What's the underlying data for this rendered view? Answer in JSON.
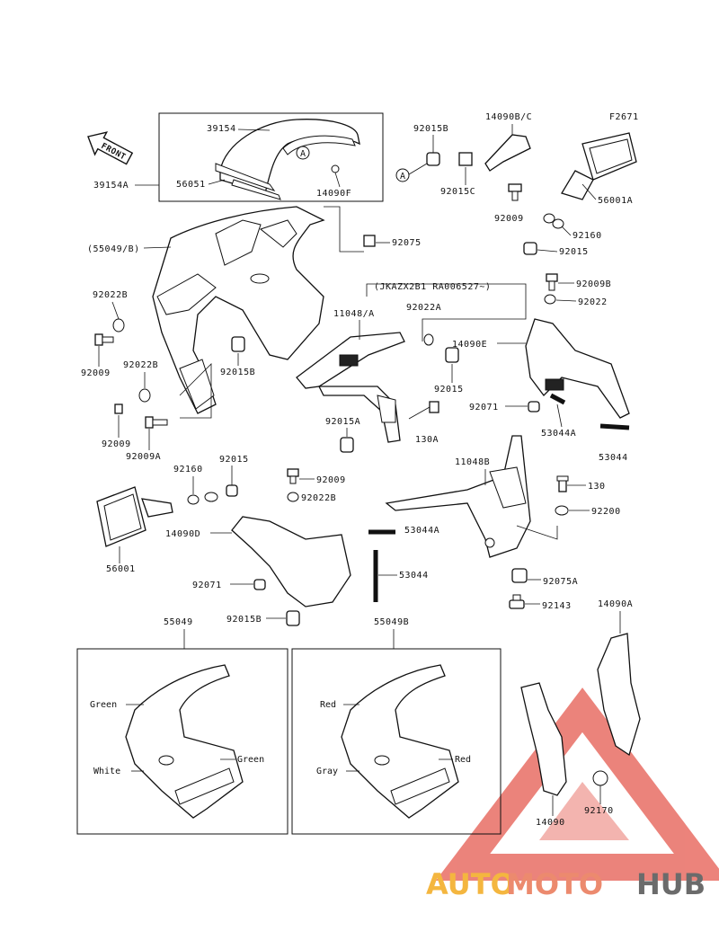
{
  "figure_code": "F2671",
  "front_label": "FRONT",
  "parts": {
    "p39154": "39154",
    "p39154a": "39154A",
    "p56051": "56051",
    "p14090f": "14090F",
    "p92015b_top": "92015B",
    "p14090bc": "14090B/C",
    "p92015c": "92015C",
    "p92009_top": "92009",
    "p56001a": "56001A",
    "p92160_top": "92160",
    "p92015_top": "92015",
    "p55049b": "(55049/B)",
    "p92075": "92075",
    "p92009b": "92009B",
    "serial_note": "(JKAZX2B1 RA006527~)",
    "p92022_r": "92022",
    "p92022b_l": "92022B",
    "p11048a": "11048/A",
    "p92022a": "92022A",
    "p14090e": "14090E",
    "p92009_l": "92009",
    "p92022b_l2": "92022B",
    "p92015b_mid": "92015B",
    "p92015_mid": "92015",
    "p92071_r": "92071",
    "p53044a_r": "53044A",
    "p92009_l2": "92009",
    "p92009a": "92009A",
    "p92015a": "92015A",
    "p130a": "130A",
    "p53044_r": "53044",
    "p92160_mid": "92160",
    "p92015_mid2": "92015",
    "p92009_mid": "92009",
    "p11048b": "11048B",
    "p130": "130",
    "p92022b_mid": "92022B",
    "p92200": "92200",
    "p14090d": "14090D",
    "p53044a_mid": "53044A",
    "p56001": "56001",
    "p53044_mid": "53044",
    "p92075a": "92075A",
    "p92071_mid": "92071",
    "p92143": "92143",
    "p92015b_bot": "92015B",
    "p14090a": "14090A",
    "p55049": "55049",
    "p55049b_bot": "55049B",
    "p14090": "14090",
    "p92170": "92170",
    "callout_a": "A"
  },
  "color_variants": {
    "left": {
      "top": "Green",
      "right": "Green",
      "left": "White"
    },
    "right": {
      "top": "Red",
      "right": "Red",
      "left": "Gray"
    }
  },
  "watermark": {
    "part1": "AUTO",
    "part2": "MOTO",
    "part3": "HUB",
    "colors": {
      "auto": "#f4b63f",
      "moto": "#ec8a6e",
      "hub": "#6b6b6b",
      "triangle": "#e55a4f"
    }
  }
}
